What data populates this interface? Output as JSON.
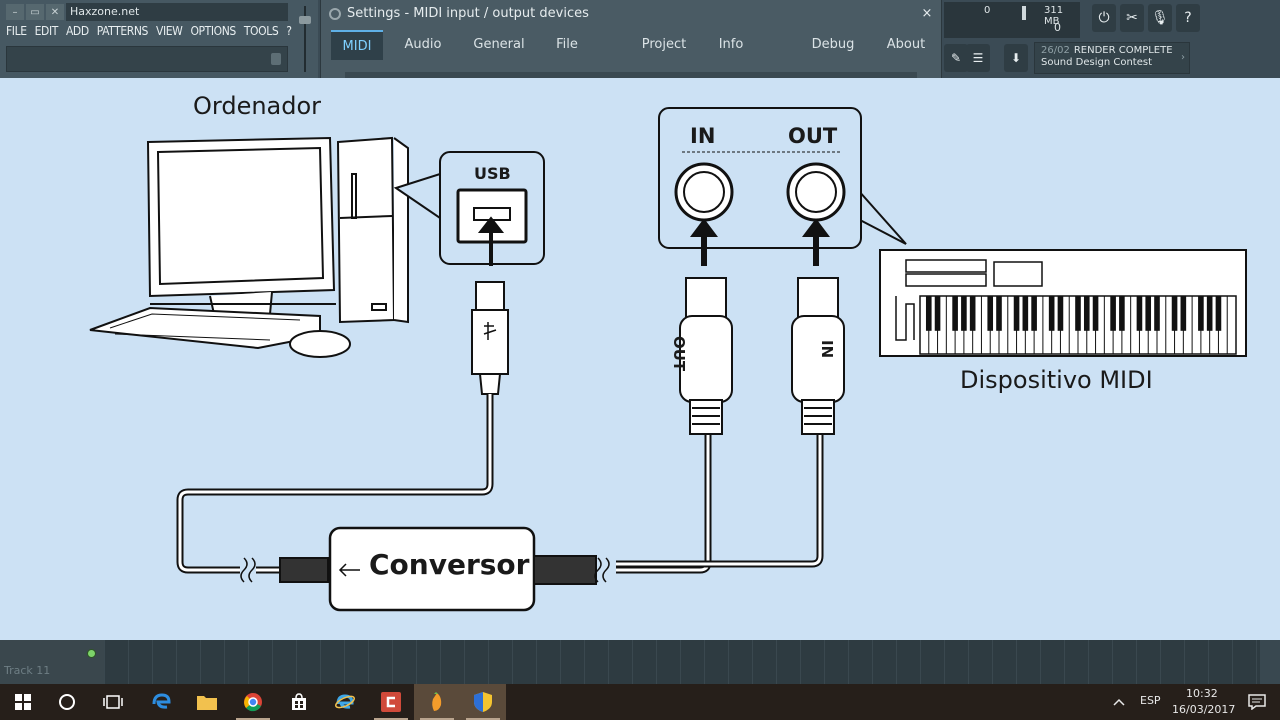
{
  "fl": {
    "window_title": "Haxzone.net",
    "menu": [
      "FILE",
      "EDIT",
      "ADD",
      "PATTERNS",
      "VIEW",
      "OPTIONS",
      "TOOLS",
      "?"
    ]
  },
  "settings": {
    "title": "Settings - MIDI input / output devices",
    "close": "×",
    "tabs": [
      "MIDI",
      "Audio",
      "General",
      "File",
      "Project",
      "Info",
      "Debug",
      "About"
    ],
    "active_tab": "MIDI"
  },
  "meters": {
    "value1": "0",
    "memory": "311 MB",
    "value2": "0"
  },
  "render": {
    "counter": "26/02",
    "status": "RENDER COMPLETE",
    "project": "Sound Design Contest"
  },
  "diagram": {
    "computer_label": "Ordenador",
    "usb_label": "USB",
    "in_label": "IN",
    "out_label": "OUT",
    "plug_out_label": "OUT",
    "plug_in_label": "IN",
    "converter_label": "Conversor",
    "device_label": "Dispositivo MIDI"
  },
  "track": {
    "name": "Track 11"
  },
  "taskbar": {
    "language": "ESP",
    "time": "10:32",
    "date": "16/03/2017"
  },
  "colors": {
    "diagram_bg": "#cce1f4",
    "active_tab_text": "#7fd0ff",
    "fl_panel": "#465862"
  }
}
